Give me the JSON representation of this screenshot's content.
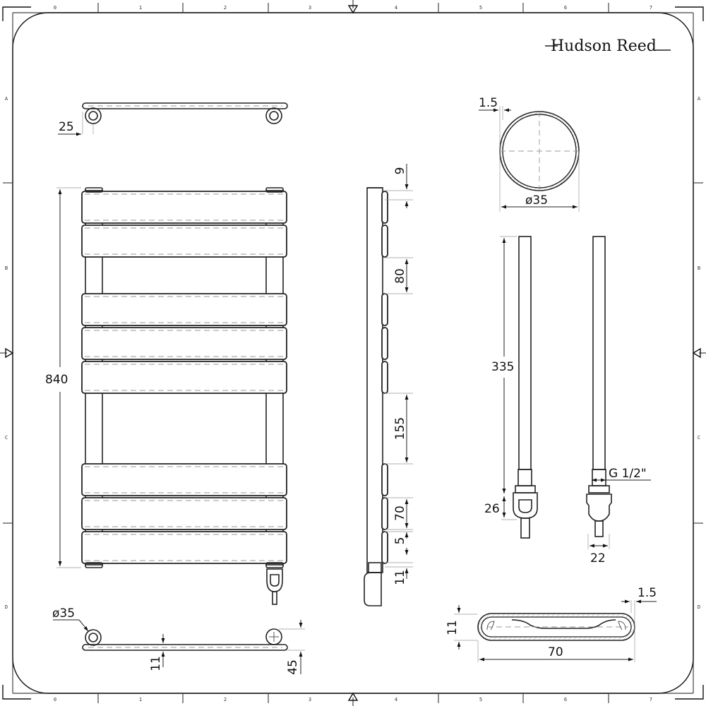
{
  "brand": {
    "name": "Hudson Reed"
  },
  "grid": {
    "columns": [
      "0",
      "1",
      "2",
      "3",
      "4",
      "5",
      "6",
      "7"
    ],
    "rows": [
      "A",
      "B",
      "C",
      "D"
    ]
  },
  "views": {
    "top_view": {
      "dim_offset": "25"
    },
    "front_view": {
      "height": "840",
      "bar_count": 8
    },
    "side_view": {
      "dims": {
        "top_offset": "9",
        "gap_small": "80",
        "gap_large": "155",
        "bar_height": "70",
        "bar_spacing": "5",
        "bottom_offset": "11"
      }
    },
    "tube_section": {
      "wall": "1.5",
      "diameter": "ø35"
    },
    "heating_element": {
      "length": "335",
      "head_height": "26",
      "thread": "G 1/2\"",
      "head_width": "22"
    },
    "bottom_view": {
      "diameter": "ø35",
      "depth": "11",
      "wall_offset": "45"
    },
    "bar_section": {
      "wall": "1.5",
      "height": "11",
      "width": "70"
    }
  }
}
